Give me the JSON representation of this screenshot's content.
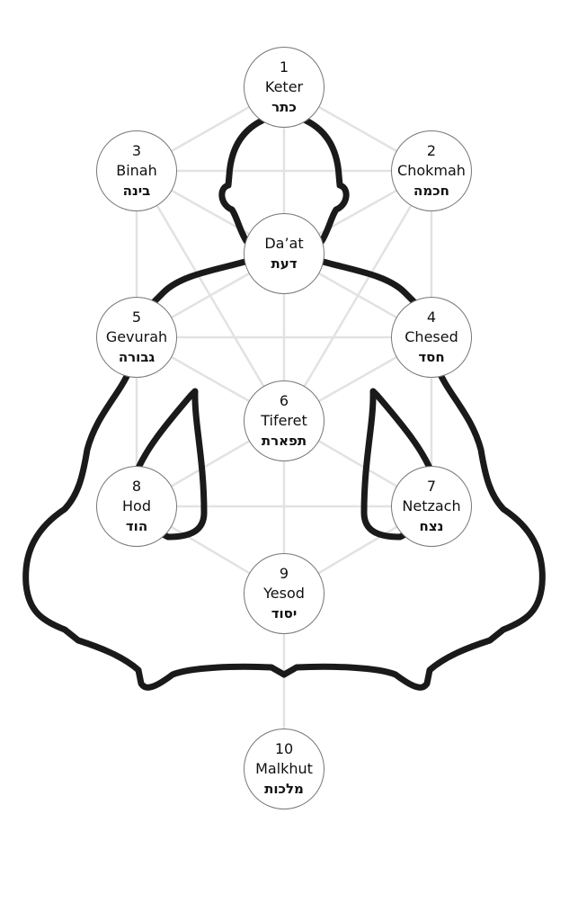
{
  "colors": {
    "lines": "#e2e2e2",
    "body_outline": "#1a1a1a",
    "node_border": "#777777"
  },
  "sefirot": [
    {
      "id": "keter",
      "number": "1",
      "name": "Keter",
      "hebrew": "כתר"
    },
    {
      "id": "chokmah",
      "number": "2",
      "name": "Chokmah",
      "hebrew": "חכמה"
    },
    {
      "id": "binah",
      "number": "3",
      "name": "Binah",
      "hebrew": "בינה"
    },
    {
      "id": "daat",
      "number": "",
      "name": "Da’at",
      "hebrew": "דעת"
    },
    {
      "id": "chesed",
      "number": "4",
      "name": "Chesed",
      "hebrew": "חסד"
    },
    {
      "id": "gevurah",
      "number": "5",
      "name": "Gevurah",
      "hebrew": "גבורה"
    },
    {
      "id": "tiferet",
      "number": "6",
      "name": "Tiferet",
      "hebrew": "תפארת"
    },
    {
      "id": "netzach",
      "number": "7",
      "name": "Netzach",
      "hebrew": "נצח"
    },
    {
      "id": "hod",
      "number": "8",
      "name": "Hod",
      "hebrew": "הוד"
    },
    {
      "id": "yesod",
      "number": "9",
      "name": "Yesod",
      "hebrew": "יסוד"
    },
    {
      "id": "malkhut",
      "number": "10",
      "name": "Malkhut",
      "hebrew": "מלכות"
    }
  ],
  "connections": [
    [
      "keter",
      "binah"
    ],
    [
      "keter",
      "chokmah"
    ],
    [
      "keter",
      "daat"
    ],
    [
      "binah",
      "chokmah"
    ],
    [
      "binah",
      "gevurah"
    ],
    [
      "chokmah",
      "chesed"
    ],
    [
      "binah",
      "daat"
    ],
    [
      "chokmah",
      "daat"
    ],
    [
      "binah",
      "tiferet"
    ],
    [
      "chokmah",
      "tiferet"
    ],
    [
      "gevurah",
      "chesed"
    ],
    [
      "gevurah",
      "daat"
    ],
    [
      "chesed",
      "daat"
    ],
    [
      "daat",
      "tiferet"
    ],
    [
      "gevurah",
      "tiferet"
    ],
    [
      "chesed",
      "tiferet"
    ],
    [
      "gevurah",
      "hod"
    ],
    [
      "chesed",
      "netzach"
    ],
    [
      "hod",
      "netzach"
    ],
    [
      "tiferet",
      "hod"
    ],
    [
      "tiferet",
      "netzach"
    ],
    [
      "hod",
      "yesod"
    ],
    [
      "netzach",
      "yesod"
    ],
    [
      "tiferet",
      "yesod"
    ],
    [
      "yesod",
      "malkhut"
    ]
  ]
}
